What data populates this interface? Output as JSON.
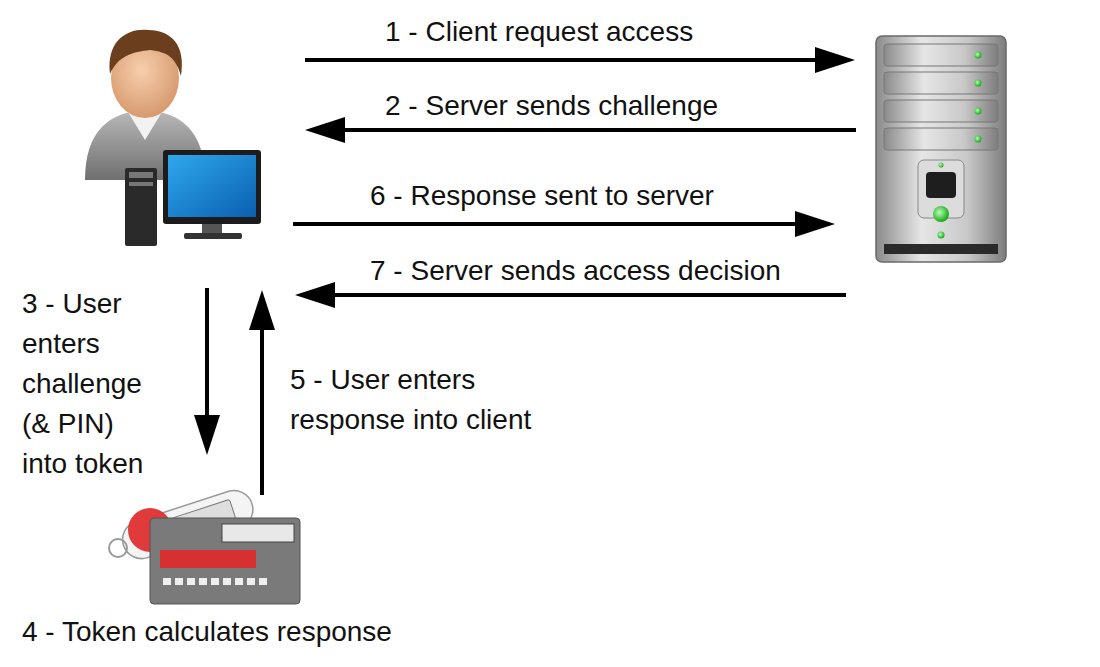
{
  "diagram": {
    "labels": [
      "1 - Client request access",
      "2 - Server sends challenge",
      "6 - Response sent to server",
      "7 - Server sends access decision",
      "3 - User enters challenge (& PIN) into token",
      "5 - User enters response into client",
      "4 - Token calculates response"
    ]
  }
}
